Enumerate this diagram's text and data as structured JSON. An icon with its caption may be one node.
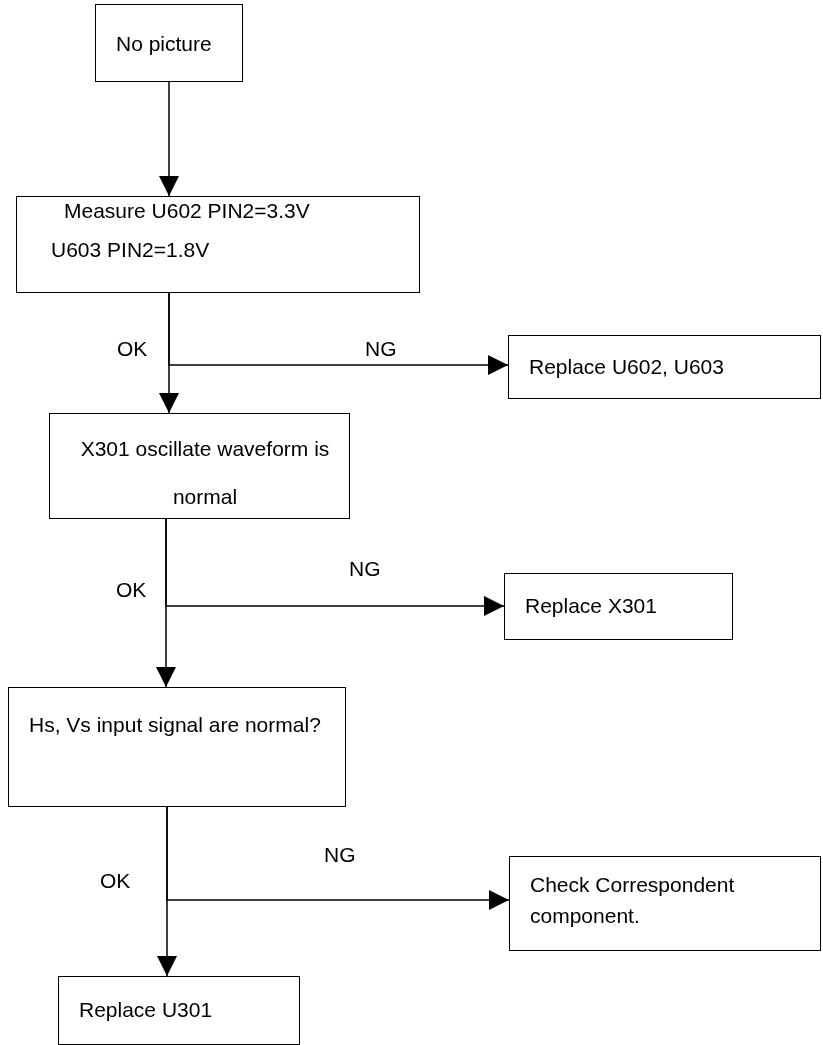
{
  "diagram": {
    "nodes": [
      {
        "text": [
          "No picture"
        ]
      },
      {
        "text": [
          "Measure U602 PIN2=3.3V",
          "U603 PIN2=1.8V"
        ]
      },
      {
        "text": [
          "Replace U602, U603"
        ]
      },
      {
        "text": [
          "X301 oscillate waveform is normal"
        ]
      },
      {
        "text": [
          "Replace X301"
        ]
      },
      {
        "text": [
          "Hs, Vs input signal are normal?"
        ]
      },
      {
        "text": [
          "Check Correspondent component."
        ]
      },
      {
        "text": [
          "Replace U301"
        ]
      }
    ],
    "edges": [
      {
        "from": 0,
        "to": 1,
        "arrow": "to"
      },
      {
        "from": 1,
        "to": 3,
        "arrow": "to",
        "label": "OK"
      },
      {
        "from": 1,
        "to": 2,
        "arrow": "to",
        "label": "NG"
      },
      {
        "from": 3,
        "to": 5,
        "arrow": "to",
        "label": "OK"
      },
      {
        "from": 3,
        "to": 4,
        "arrow": "to",
        "label": "NG"
      },
      {
        "from": 5,
        "to": 7,
        "arrow": "to",
        "label": "OK"
      },
      {
        "from": 5,
        "to": 6,
        "arrow": "to",
        "label": "NG"
      }
    ]
  }
}
